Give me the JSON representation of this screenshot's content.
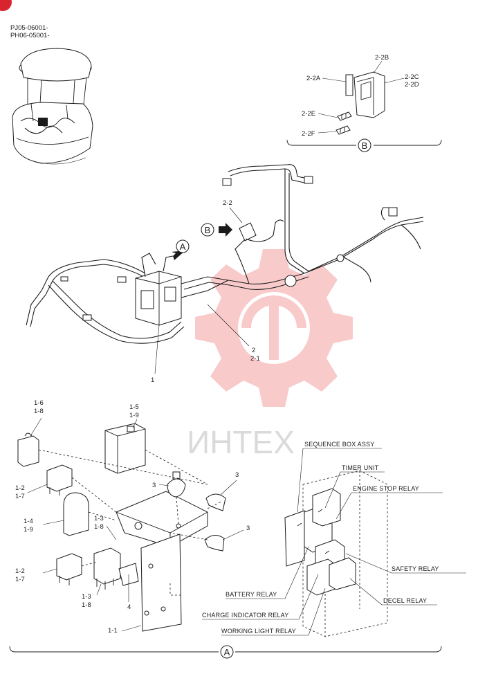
{
  "serial_ranges": [
    "PJ05-06001-",
    "PH06-05001-"
  ],
  "watermark": {
    "text": "ИНТЕХ",
    "color": "#f3a0a0"
  },
  "colors": {
    "line": "#1a1a1a",
    "corner_badge": "#d9232e",
    "watermark": "#f3a0a0"
  },
  "detail_b": {
    "marker": "B",
    "labels": {
      "p2_2A": "2-2A",
      "p2_2B": "2-2B",
      "p2_2C": "2-2C",
      "p2_2D": "2-2D",
      "p2_2E": "2-2E",
      "p2_2F": "2-2F"
    }
  },
  "main_view": {
    "marker_a": "A",
    "marker_b": "B",
    "labels": {
      "p2_2": "2-2",
      "p2": "2",
      "p2_1": "2-1",
      "p1": "1"
    }
  },
  "detail_a": {
    "marker": "A",
    "labels": {
      "p1_6": "1-6",
      "p1_8a": "1-8",
      "p1_5": "1-5",
      "p1_9a": "1-9",
      "p3a": "3",
      "p3b": "3",
      "p3c": "3",
      "p1_2a": "1-2",
      "p1_7a": "1-7",
      "p1_4": "1-4",
      "p1_9b": "1-9",
      "p1_3a": "1-3",
      "p1_8b": "1-8",
      "p1_2b": "1-2",
      "p1_7b": "1-7",
      "p1_3b": "1-3",
      "p1_8c": "1-8",
      "p4": "4",
      "p1_1": "1-1"
    },
    "callouts": {
      "sequence_box": "SEQUENCE BOX ASSY",
      "timer_unit": "TIMER UNIT",
      "engine_stop_relay": "ENGINE STOP RELAY",
      "safety_relay": "SAFETY RELAY",
      "decel_relay": "DECEL RELAY",
      "battery_relay": "BATTERY RELAY",
      "charge_indicator_relay": "CHARGE INDICATOR RELAY",
      "working_light_relay": "WORKING LIGHT RELAY"
    }
  }
}
